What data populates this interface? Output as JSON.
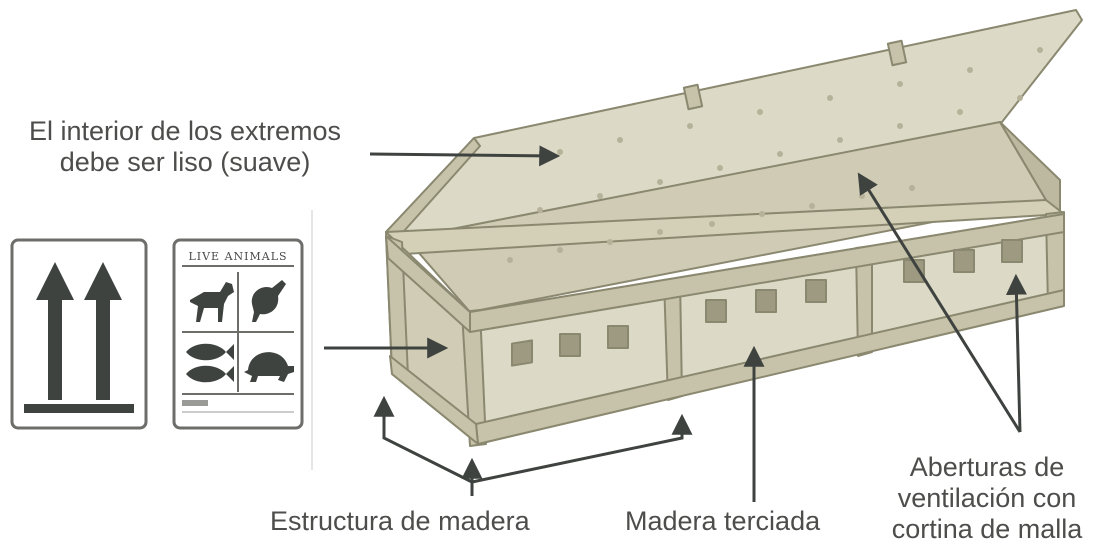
{
  "labels": {
    "interior_line1": "El interior de los extremos",
    "interior_line2": "debe ser liso (suave)",
    "estructura": "Estructura de madera",
    "madera_terciada": "Madera terciada",
    "aberturas_line1": "Aberturas de",
    "aberturas_line2": "ventilación con",
    "aberturas_line3": "cortina de malla"
  },
  "live_animals_label": {
    "title": "LIVE ANIMALS",
    "icons": [
      "dog-icon",
      "bird-icon",
      "fish-icon",
      "turtle-icon"
    ]
  },
  "orientation_label": {
    "icons": [
      "up-arrow-icon",
      "up-arrow-icon"
    ]
  },
  "colors": {
    "wood": "#dcd9c6",
    "wood_dark": "#c7c3ab",
    "outline": "#8b8870",
    "icon": "#3f4340"
  }
}
